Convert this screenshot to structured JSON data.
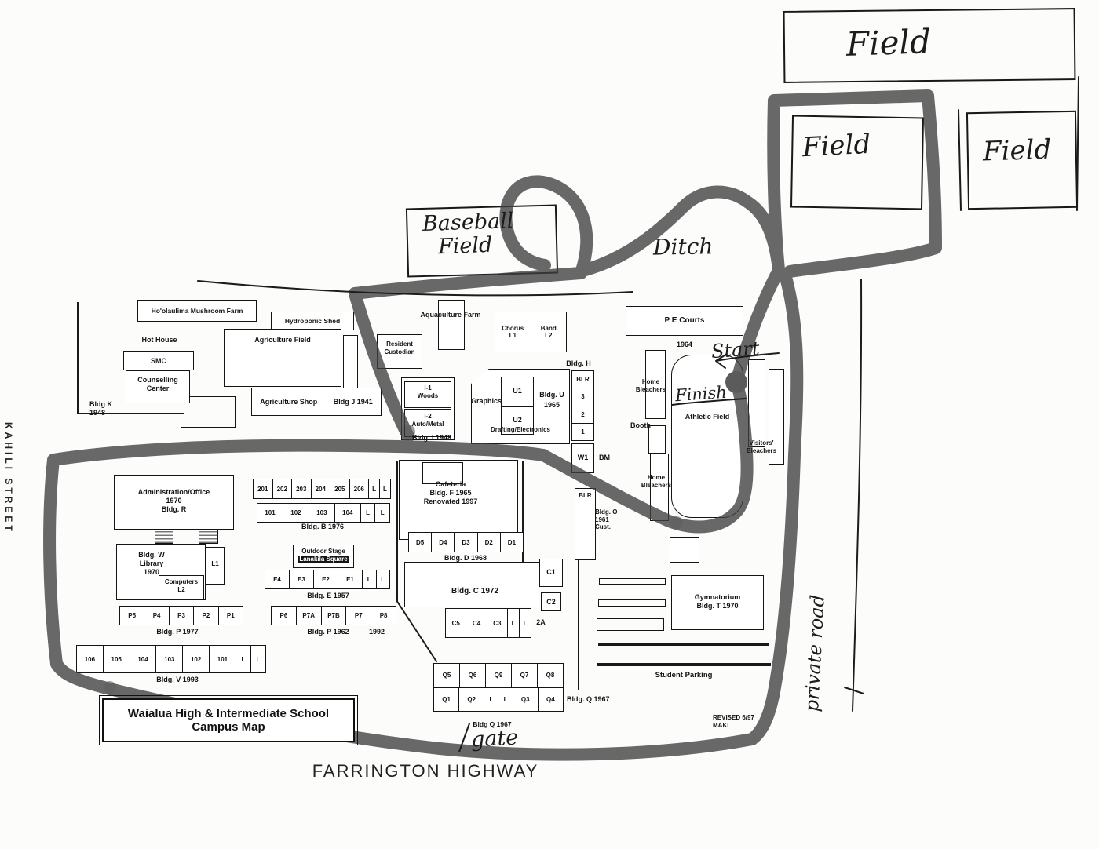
{
  "title": {
    "line1": "Waialua High & Intermediate School",
    "line2": "Campus Map"
  },
  "streets": {
    "left": "KAHILI STREET",
    "bottom": "FARRINGTON HIGHWAY"
  },
  "note": {
    "line1": "REVISED 6/97",
    "line2": "MAKI"
  },
  "hand": {
    "field_top": "Field",
    "field_left": "Field",
    "field_right": "Field",
    "baseball_line1": "Baseball",
    "baseball_line2": "Field",
    "ditch": "Ditch",
    "start": "Start",
    "finish": "Finish",
    "private_road": "private road",
    "gate": "gate"
  },
  "farm": {
    "mushroom": "Ho'olaulima Mushroom Farm",
    "hydroponic": "Hydroponic Shed",
    "hot_house": "Hot House",
    "smc": "SMC",
    "counselling_line1": "Counselling",
    "counselling_line2": "Center",
    "bldg_k_line1": "Bldg K",
    "bldg_k_line2": "1948",
    "agriculture_field": "Agriculture Field",
    "resident_line1": "Resident",
    "resident_line2": "Custodian",
    "agriculture_shop": "Agriculture Shop",
    "bldg_j": "Bldg J 1941",
    "aquaculture": "Aquaculture Farm"
  },
  "music": {
    "chorus": "Chorus",
    "chorus_room": "L1",
    "band": "Band",
    "band_room": "L2"
  },
  "shop": {
    "i1_line1": "I-1",
    "i1_line2": "Woods",
    "i2_line1": "I-2",
    "i2_line2": "Auto/Metal",
    "bldg_i": "Bldg. I 1948"
  },
  "u": {
    "graphics": "Graphics",
    "u1": "U1",
    "u2": "U2",
    "bldg": "Bldg. U",
    "year": "1965",
    "drafting": "Drafting/Electronics"
  },
  "h": {
    "label": "Bldg. H",
    "cells": [
      "BLR",
      "3",
      "2",
      "1"
    ],
    "w1": "W1",
    "bm": "BM",
    "blr_lower": "BLR"
  },
  "athletics": {
    "pe_courts": "P E Courts",
    "pe_year": "1964",
    "home_upper_line1": "Home",
    "home_upper_line2": "Bleachers",
    "booth": "Booth",
    "field": "Athletic Field",
    "visitors_line1": "Visitors'",
    "visitors_line2": "Bleachers",
    "home_lower_line1": "Home",
    "home_lower_line2": "Bleachers",
    "bldg_o_line1": "Bldg. O",
    "bldg_o_line2": "1961",
    "bldg_o_line3": "Cust."
  },
  "cafeteria": {
    "line1": "Cafeteria",
    "line2": "Bldg. F 1965",
    "line3": "Renovated 1997"
  },
  "admin": {
    "line1": "Administration/Office",
    "line2": "1970",
    "line3": "Bldg. R"
  },
  "library": {
    "line1": "Bldg. W",
    "line2": "Library",
    "line3": "1970",
    "l1": "L1",
    "computers": "Computers",
    "l2": "L2"
  },
  "b": {
    "upper": [
      "201",
      "202",
      "203",
      "204",
      "205",
      "206",
      "L",
      "L"
    ],
    "lower": [
      "101",
      "102",
      "103",
      "104",
      "L",
      "L"
    ],
    "label": "Bldg. B 1976"
  },
  "stage": {
    "line1": "Outdoor Stage",
    "line2": "Lanakila Square"
  },
  "e": {
    "cells": [
      "E4",
      "E3",
      "E2",
      "E1",
      "L",
      "L"
    ],
    "label": "Bldg. E 1957"
  },
  "p77": {
    "cells": [
      "P5",
      "P4",
      "P3",
      "P2",
      "P1"
    ],
    "label": "Bldg. P 1977"
  },
  "p62": {
    "cells": [
      "P6",
      "P7A",
      "P7B",
      "P7",
      "P8"
    ],
    "label": "Bldg. P 1962",
    "year2": "1992"
  },
  "v": {
    "cells": [
      "106",
      "105",
      "104",
      "103",
      "102",
      "101",
      "L",
      "L"
    ],
    "label": "Bldg. V 1993"
  },
  "d": {
    "cells": [
      "D5",
      "D4",
      "D3",
      "D2",
      "D1"
    ],
    "label": "Bldg. D 1968"
  },
  "c": {
    "main": "Bldg. C 1972",
    "c1": "C1",
    "c2": "C2",
    "row": [
      "C5",
      "C4",
      "C3",
      "L",
      "L"
    ],
    "a2": "2A"
  },
  "q": {
    "r1": [
      "Q5",
      "Q6",
      "Q9",
      "Q7",
      "Q8"
    ],
    "r2": [
      "Q1",
      "Q2",
      "L",
      "L",
      "Q3",
      "Q4"
    ],
    "label": "Bldg. Q 1967",
    "small": "Bldg Q 1967"
  },
  "parking": {
    "gym_line1": "Gymnatorium",
    "gym_line2": "Bldg. T 1970",
    "label": "Student Parking"
  }
}
